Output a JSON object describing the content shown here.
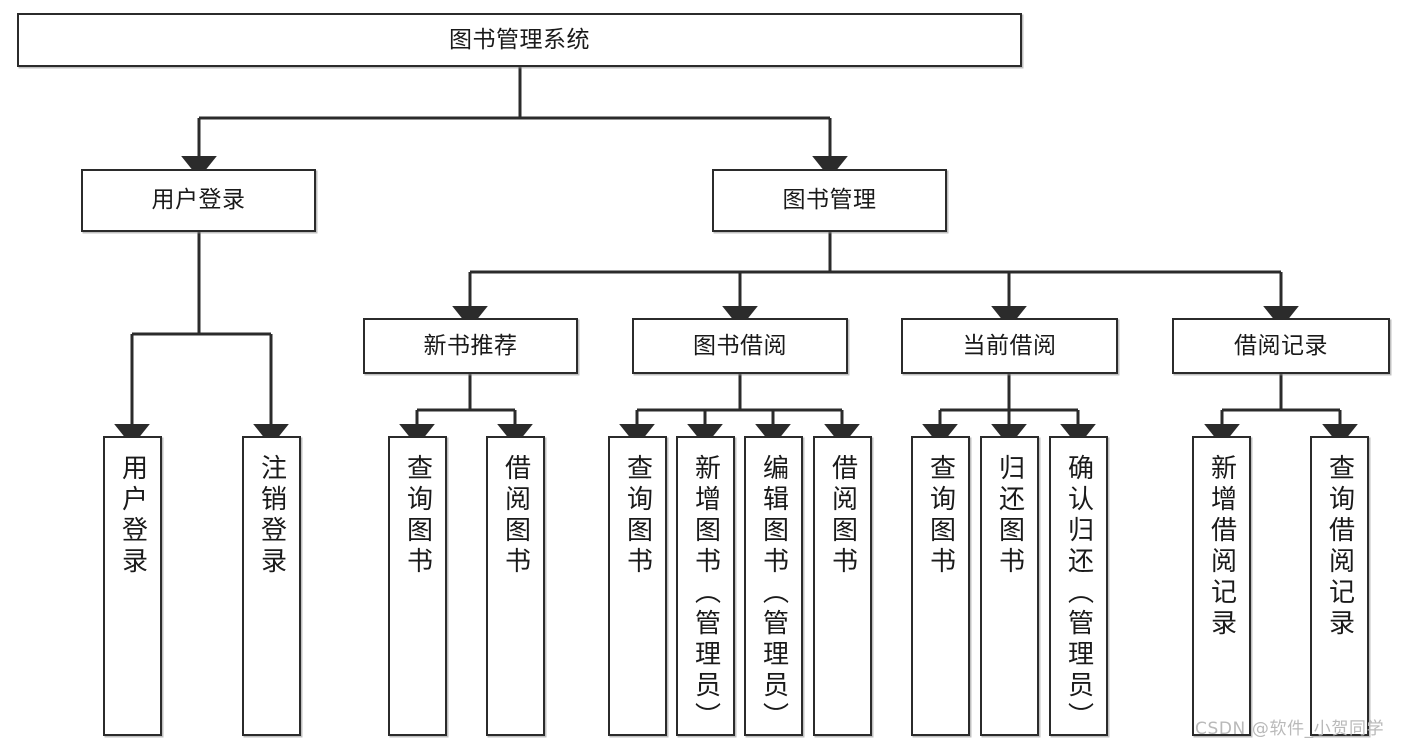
{
  "diagram": {
    "title": "图书管理系统",
    "type": "tree",
    "watermark": "CSDN @软件_小贺同学",
    "style": {
      "box_border_color": "#2b2b2b",
      "box_fill_color": "#ffffff",
      "line_color": "#2b2b2b",
      "text_color": "#1a1a1a",
      "watermark_color": "#b9b9b9"
    },
    "nodes": {
      "root": {
        "label": "图书管理系统"
      },
      "level2": [
        {
          "label": "用户登录"
        },
        {
          "label": "图书管理"
        }
      ],
      "level3": [
        {
          "label": "新书推荐"
        },
        {
          "label": "图书借阅"
        },
        {
          "label": "当前借阅"
        },
        {
          "label": "借阅记录"
        }
      ],
      "level4": [
        {
          "label": "用户登录"
        },
        {
          "label": "注销登录"
        },
        {
          "label": "查询图书"
        },
        {
          "label": "借阅图书"
        },
        {
          "label": "查询图书"
        },
        {
          "label": "新增图书（管理员）"
        },
        {
          "label": "编辑图书（管理员）"
        },
        {
          "label": "借阅图书"
        },
        {
          "label": "查询图书"
        },
        {
          "label": "归还图书"
        },
        {
          "label": "确认归还（管理员）"
        },
        {
          "label": "新增借阅记录"
        },
        {
          "label": "查询借阅记录"
        }
      ]
    }
  }
}
